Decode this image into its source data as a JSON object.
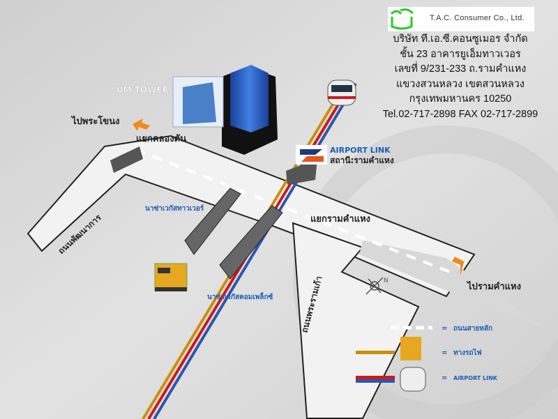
{
  "company": {
    "logo_text": "T.A.C. Consumer   Co., Ltd.",
    "lines": [
      "บริษัท ที.เอ.ซี.คอนซูเมอร จำกัด",
      "ชั้น 23 อาคารยูเอ็มทาวเวอร",
      "เลขที่ 9/231-233 ถ.รามคำแหง",
      "แขวงสวนหลวง  เขตสวนหลวง",
      "กรุงเทพมหานคร 10250",
      "Tel.02-717-2898  FAX 02-717-2899"
    ]
  },
  "map": {
    "um_tower": "UM TOWER",
    "to_phrakhanong": "ไปพระโขนง",
    "khlongtan_junction": "แยกคลองตัน",
    "pattanakarn_road": "ถนนพัฒนาการ",
    "nasa_vegas_tower": "นาซ่าเวกัสทาวเวอร์",
    "nasa_vegas_complex": "นาซ่าเวกัสคอมเพล็กซ์",
    "airport_link_title": "AIRPORT LINK",
    "airport_link_station": "สถานี:รามคำแหง",
    "ramkhamhaeng_junction": "แยกรามคำแหง",
    "rama9_road": "ถนนพระรามเก้า",
    "to_ramkhamhaeng": "ไปรามคำแหง",
    "north": "N"
  },
  "legend": {
    "eq": "=",
    "main_road": "ถนนสายหลัก",
    "railway": "ทางรถไฟ",
    "airport_link": "AIRPORT LINK"
  },
  "colors": {
    "blue_text": "#1a5fb4",
    "orange": "#f08a1c",
    "rail": "#c8900a",
    "al_red": "#cc1a1a",
    "al_blue": "#2a56b0"
  }
}
